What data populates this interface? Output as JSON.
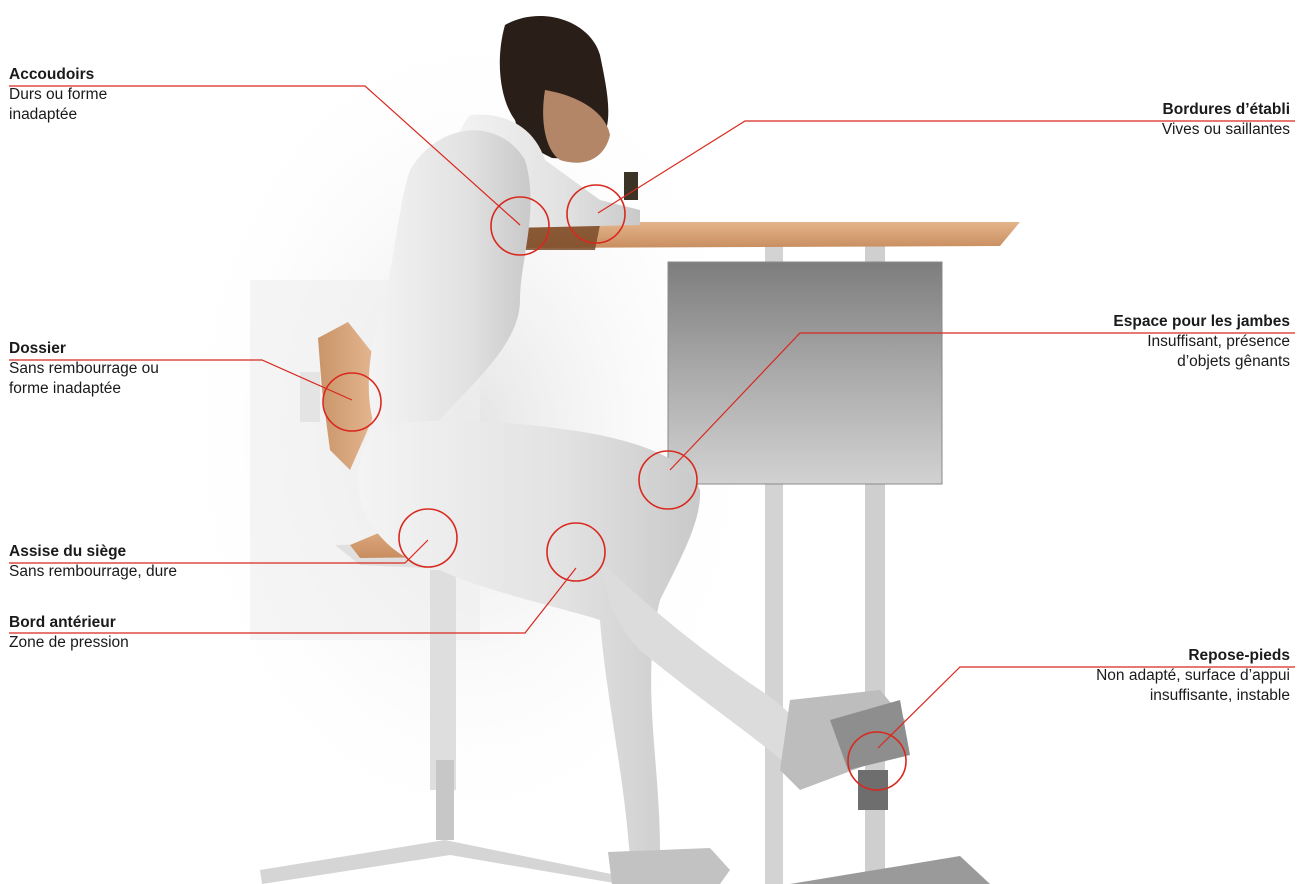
{
  "colors": {
    "callout": "#d9281e",
    "wood": "#d7a176",
    "wood_dark": "#7a4a28",
    "figure": "#e6e6e6",
    "metal": "#cfcfcf",
    "cabinet": "#9d9d9d"
  },
  "callouts": [
    {
      "id": "accoudoirs",
      "title": "Accoudoirs",
      "description": "Durs ou forme\ninadaptée"
    },
    {
      "id": "bordures",
      "title": "Bordures d’établi",
      "description": "Vives ou saillantes"
    },
    {
      "id": "dossier",
      "title": "Dossier",
      "description": "Sans rembourrage ou\nforme inadaptée"
    },
    {
      "id": "espace",
      "title": "Espace pour les jambes",
      "description": "Insuffisant, présence\nd’objets gênants"
    },
    {
      "id": "assise",
      "title": "Assise du siège",
      "description": "Sans rembourrage, dure"
    },
    {
      "id": "bord",
      "title": "Bord antérieur",
      "description": "Zone de pression"
    },
    {
      "id": "repose",
      "title": "Repose-pieds",
      "description": "Non adapté, surface d’appui\ninsuffisante, instable"
    }
  ]
}
